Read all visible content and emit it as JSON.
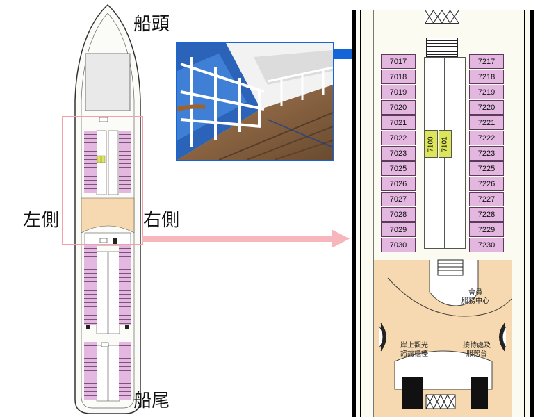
{
  "labels": {
    "bow": "船頭",
    "stern": "船尾",
    "left_side": "左側",
    "right_side": "右側"
  },
  "detail": {
    "left_cabins": [
      "7017",
      "7018",
      "7019",
      "7020",
      "7021",
      "7022",
      "7023",
      "7025",
      "7026",
      "7027",
      "7028",
      "7029",
      "7030"
    ],
    "right_cabins": [
      "7217",
      "7218",
      "7219",
      "7220",
      "7221",
      "7222",
      "7223",
      "7225",
      "7226",
      "7227",
      "7228",
      "7229",
      "7230"
    ],
    "center_cabins": [
      "7100",
      "7101"
    ],
    "member_service": [
      "會員",
      "服務中心"
    ],
    "shore_excursion": [
      "岸上觀光",
      "諮詢櫃檯"
    ],
    "reception": [
      "接待處及",
      "服務台"
    ]
  },
  "colors": {
    "cabin": "#e3b7e0",
    "center_cabin": "#dde65a",
    "public_area": "#f6d9b0",
    "highlight_box": "#f4a0a8",
    "blue_arrow": "#1466d8",
    "pink_arrow": "#f7b6bb"
  }
}
